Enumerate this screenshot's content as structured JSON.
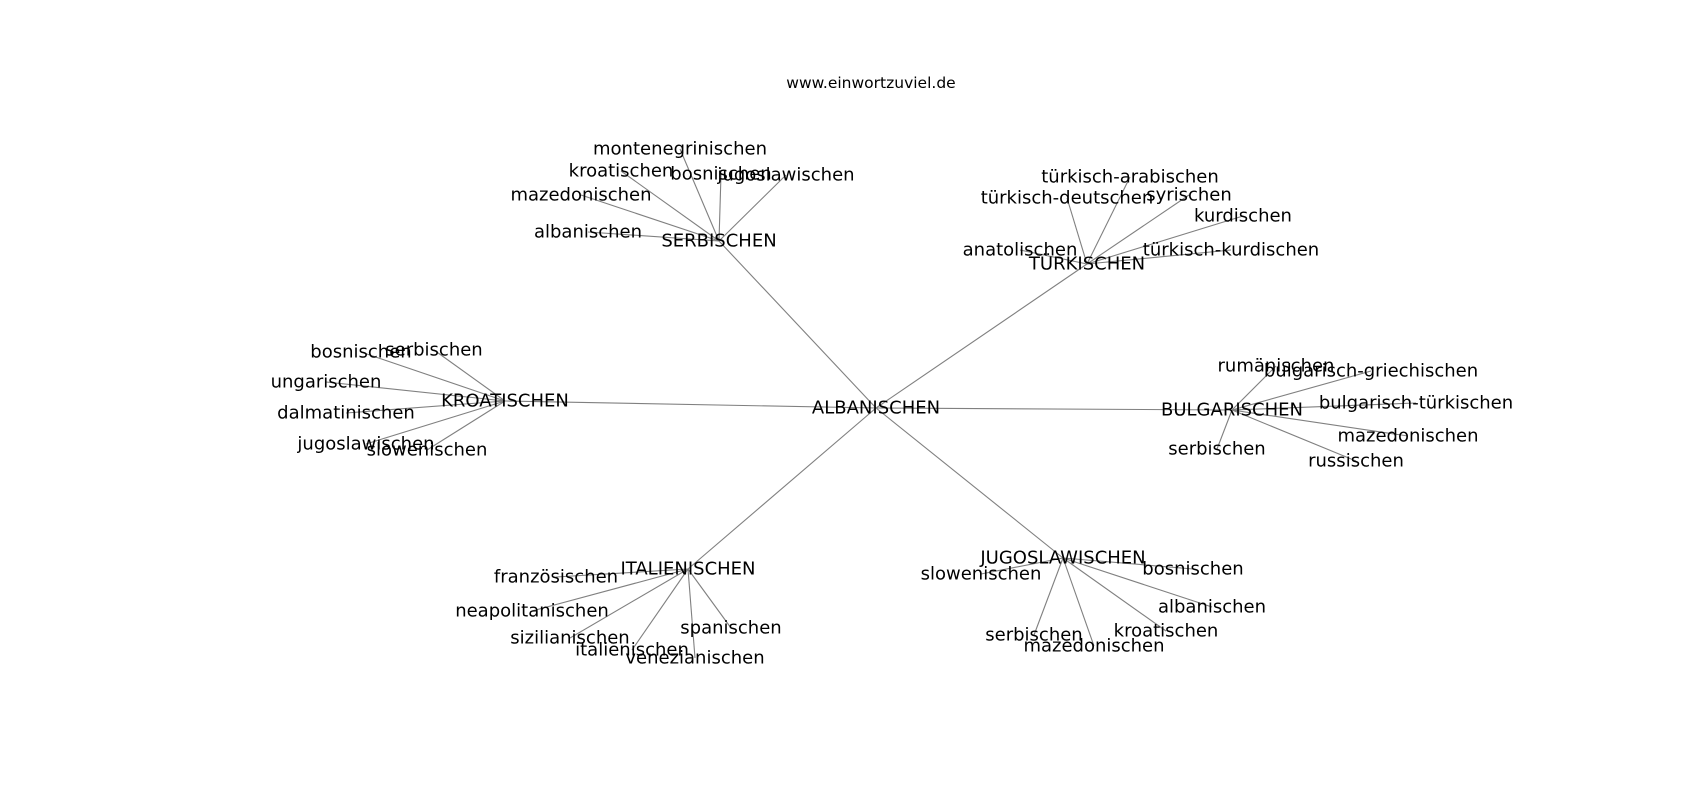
{
  "caption": "www.einwortzuviel.de",
  "colors": {
    "edge": "#808080",
    "text": "#000000",
    "background": "#ffffff"
  },
  "center": {
    "label": "ALBANISCHEN"
  },
  "hubs": [
    {
      "id": "serbischen",
      "label": "SERBISCHEN",
      "leaves": [
        "montenegrinischen",
        "kroatischen",
        "bosnischen",
        "jugoslawischen",
        "mazedonischen",
        "albanischen"
      ]
    },
    {
      "id": "tuerkischen",
      "label": "TÜRKISCHEN",
      "leaves": [
        "türkisch-arabischen",
        "türkisch-deutschen",
        "syrischen",
        "kurdischen",
        "anatolischen",
        "türkisch-kurdischen"
      ]
    },
    {
      "id": "kroatischen",
      "label": "KROATISCHEN",
      "leaves": [
        "serbischen",
        "bosnischen",
        "ungarischen",
        "dalmatinischen",
        "jugoslawischen",
        "slowenischen"
      ]
    },
    {
      "id": "bulgarischen",
      "label": "BULGARISCHEN",
      "leaves": [
        "rumänischen",
        "bulgarisch-griechischen",
        "bulgarisch-türkischen",
        "mazedonischen",
        "serbischen",
        "russischen"
      ]
    },
    {
      "id": "italienischen",
      "label": "ITALIENISCHEN",
      "leaves": [
        "französischen",
        "neapolitanischen",
        "sizilianischen",
        "spanischen",
        "italienischen",
        "venezianischen"
      ]
    },
    {
      "id": "jugoslawischen",
      "label": "JUGOSLAWISCHEN",
      "leaves": [
        "slowenischen",
        "bosnischen",
        "albanischen",
        "serbischen",
        "kroatischen",
        "mazedonischen"
      ]
    }
  ]
}
